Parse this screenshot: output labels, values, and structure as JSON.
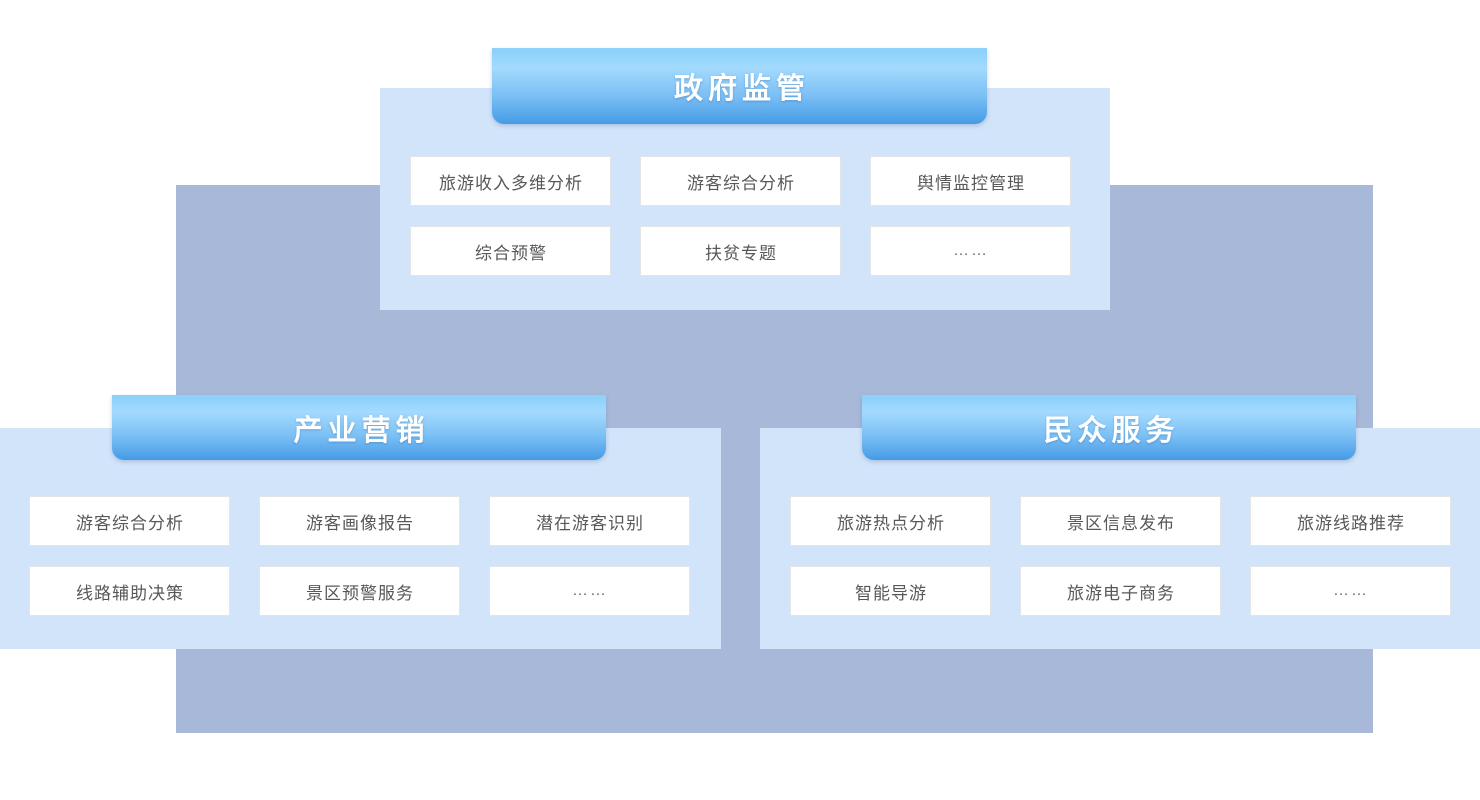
{
  "diagram": {
    "background_color": "#a7b8d8",
    "panel_color": "#d2e4fa",
    "tab_gradient_top": "#8ed2fb",
    "tab_gradient_bottom": "#4399e4",
    "card_background": "#ffffff",
    "card_border": "#e2e5e8",
    "card_text_color": "#57585a",
    "tab_text_color": "#ffffff"
  },
  "panels": [
    {
      "id": "government-supervision",
      "title": "政府监管",
      "cards": [
        {
          "label": "旅游收入多维分析",
          "is_ellipsis": false
        },
        {
          "label": "游客综合分析",
          "is_ellipsis": false
        },
        {
          "label": "舆情监控管理",
          "is_ellipsis": false
        },
        {
          "label": "综合预警",
          "is_ellipsis": false
        },
        {
          "label": "扶贫专题",
          "is_ellipsis": false
        },
        {
          "label": "……",
          "is_ellipsis": true
        }
      ]
    },
    {
      "id": "industry-marketing",
      "title": "产业营销",
      "cards": [
        {
          "label": "游客综合分析",
          "is_ellipsis": false
        },
        {
          "label": "游客画像报告",
          "is_ellipsis": false
        },
        {
          "label": "潜在游客识别",
          "is_ellipsis": false
        },
        {
          "label": "线路辅助决策",
          "is_ellipsis": false
        },
        {
          "label": "景区预警服务",
          "is_ellipsis": false
        },
        {
          "label": "……",
          "is_ellipsis": true
        }
      ]
    },
    {
      "id": "public-service",
      "title": "民众服务",
      "cards": [
        {
          "label": "旅游热点分析",
          "is_ellipsis": false
        },
        {
          "label": "景区信息发布",
          "is_ellipsis": false
        },
        {
          "label": "旅游线路推荐",
          "is_ellipsis": false
        },
        {
          "label": "智能导游",
          "is_ellipsis": false
        },
        {
          "label": "旅游电子商务",
          "is_ellipsis": false
        },
        {
          "label": "……",
          "is_ellipsis": true
        }
      ]
    }
  ]
}
